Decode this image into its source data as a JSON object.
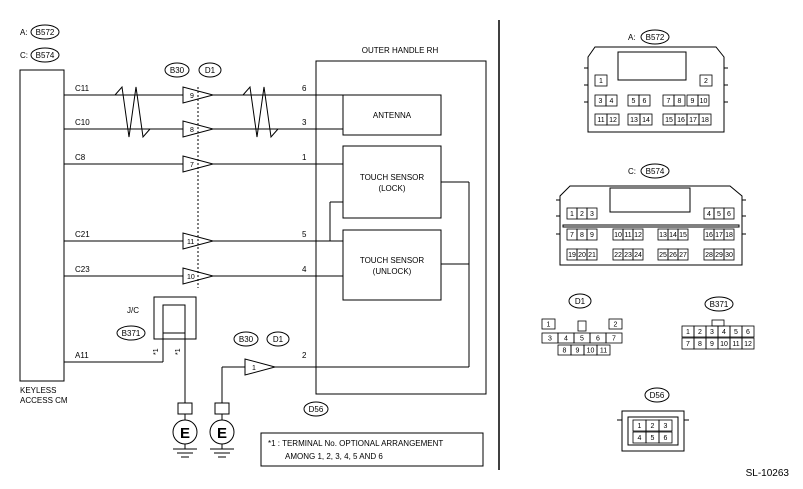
{
  "connector_refs": {
    "a_prefix": "A:",
    "a_id": "B572",
    "c_prefix": "C:",
    "c_id": "B574",
    "b30": "B30",
    "d1": "D1",
    "b371": "B371",
    "d56": "D56"
  },
  "modules": {
    "keyless_line1": "KEYLESS",
    "keyless_line2": "ACCESS CM",
    "outer_handle": "OUTER HANDLE RH",
    "antenna": "ANTENNA",
    "ts_lock_line1": "TOUCH SENSOR",
    "ts_lock_line2": "(LOCK)",
    "ts_unlock_line1": "TOUCH SENSOR",
    "ts_unlock_line2": "(UNLOCK)",
    "jc": "J/C",
    "ground": "E"
  },
  "wires": {
    "c11": "C11",
    "c10": "C10",
    "c8": "C8",
    "c21": "C21",
    "c23": "C23",
    "a11": "A11",
    "p6": "6",
    "p3": "3",
    "p1": "1",
    "p5": "5",
    "p4": "4",
    "p2": "2",
    "j9": "9",
    "j8": "8",
    "j7": "7",
    "j11": "11",
    "j10": "10",
    "j1": "1",
    "star": "*1"
  },
  "note": {
    "line1": "*1 : TERMINAL No. OPTIONAL ARRANGEMENT",
    "line2": "AMONG 1, 2, 3, 4, 5 AND 6"
  },
  "figure_id": "SL-10263",
  "pins": {
    "b572": {
      "row1": [
        "1",
        "2"
      ],
      "row2": [
        "3",
        "4",
        "5",
        "6",
        "7",
        "8",
        "9",
        "10"
      ],
      "row3": [
        "11",
        "12",
        "13",
        "14",
        "15",
        "16",
        "17",
        "18"
      ]
    },
    "b574": {
      "row1": [
        "1",
        "2",
        "3",
        "4",
        "5",
        "6"
      ],
      "row2": [
        "7",
        "8",
        "9",
        "10",
        "11",
        "12",
        "13",
        "14",
        "15",
        "16",
        "17",
        "18"
      ],
      "row3": [
        "19",
        "20",
        "21",
        "22",
        "23",
        "24",
        "25",
        "26",
        "27",
        "28",
        "29",
        "30"
      ]
    },
    "d1": {
      "row1": [
        "1",
        "2"
      ],
      "row2": [
        "3",
        "4",
        "5",
        "6",
        "7"
      ],
      "row3": [
        "8",
        "9",
        "10",
        "11"
      ]
    },
    "b371": {
      "row1": [
        "1",
        "2",
        "3",
        "4",
        "5",
        "6"
      ],
      "row2": [
        "7",
        "8",
        "9",
        "10",
        "11",
        "12"
      ]
    },
    "d56": {
      "row1": [
        "1",
        "2",
        "3"
      ],
      "row2": [
        "4",
        "5",
        "6"
      ]
    }
  }
}
